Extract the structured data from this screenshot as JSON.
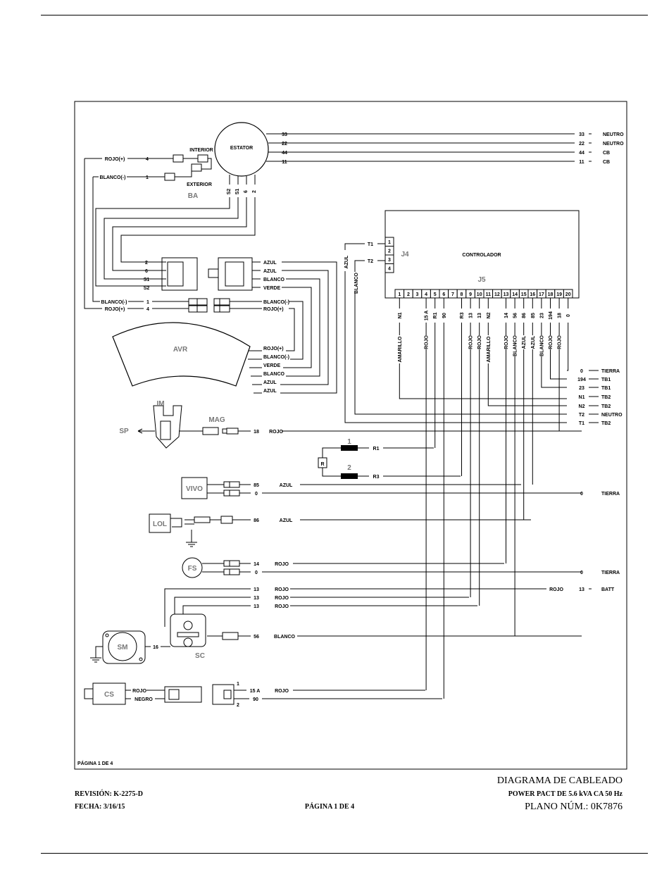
{
  "components": {
    "estator": "ESTATOR",
    "interior": "INTERIOR",
    "exterior": "EXTERIOR",
    "ba": "BA",
    "controlador": "CONTROLADOR",
    "j4": "J4",
    "j5": "J5",
    "avr": "AVR",
    "im": "IM",
    "sp": "SP",
    "mag": "MAG",
    "r": "R",
    "r_1": "1",
    "r_2": "2",
    "vivo": "VIVO",
    "lol": "LOL",
    "fs": "FS",
    "sm": "SM",
    "sc": "SC",
    "cs": "CS"
  },
  "wire_labels": {
    "w33": "33",
    "w22": "22",
    "w44": "44",
    "w11": "11",
    "neutro": "NEUTRO",
    "cb": "CB",
    "rojo_pos": "ROJO(+)",
    "blanco_neg": "BLANCO(-)",
    "n4": "4",
    "n1": "1",
    "n2": "2",
    "n6": "6",
    "s1": "S1",
    "s2": "S2",
    "azul": "AZUL",
    "blanco": "BLANCO",
    "verde": "VERDE",
    "blanco_neg_b": "BLANCO(-)",
    "rojo_pos_b": "ROJO(+)",
    "t1": "T1",
    "t2": "T2",
    "amarillo": "AMARILLO",
    "rojo": "ROJO",
    "negro": "NEGRO",
    "tierra": "TIERRA",
    "tb1": "TB1",
    "tb2": "TB2",
    "batt": "BATT",
    "n0": "0",
    "n194": "194",
    "n23": "23",
    "nN1": "N1",
    "nN2": "N2",
    "n18": "18",
    "nR1": "R1",
    "nR3": "R3",
    "n85": "85",
    "n86": "86",
    "n14": "14",
    "n13": "13",
    "n56": "56",
    "n16": "16",
    "n15a": "15 A",
    "n90": "90",
    "j4_pins": [
      "1",
      "2",
      "3",
      "4"
    ],
    "j5_pins": [
      "1",
      "2",
      "3",
      "4",
      "5",
      "6",
      "7",
      "8",
      "9",
      "10",
      "11",
      "12",
      "13",
      "14",
      "15",
      "16",
      "17",
      "18",
      "19",
      "20"
    ],
    "j5_wires": [
      "N1",
      "",
      "",
      "15 A",
      "R1",
      "90",
      "",
      "R3",
      "13",
      "13",
      "N2",
      "",
      "14",
      "56",
      "86",
      "85",
      "23",
      "194",
      "18",
      "0"
    ],
    "j5_colors": [
      "AMARILLO",
      "",
      "",
      "ROJO",
      "",
      "",
      "",
      "",
      "ROJO",
      "ROJO",
      "AMARILLO",
      "",
      "ROJO",
      "BLANCO",
      "AZUL",
      "AZUL",
      "BLANCO",
      "ROJO",
      "ROJO",
      ""
    ]
  },
  "footer": {
    "page_inner": "PÁGINA 1 DE 4",
    "revision": "REVISIÓN: K-2275-D",
    "fecha": "FECHA: 3/16/15",
    "pagina": "PÁGINA 1 DE 4",
    "title": "DIAGRAMA DE CABLEADO",
    "subtitle": "POWER PACT DE 5.6 kVA CA 50 Hz",
    "plano": "PLANO NÚM.: 0K7876"
  }
}
